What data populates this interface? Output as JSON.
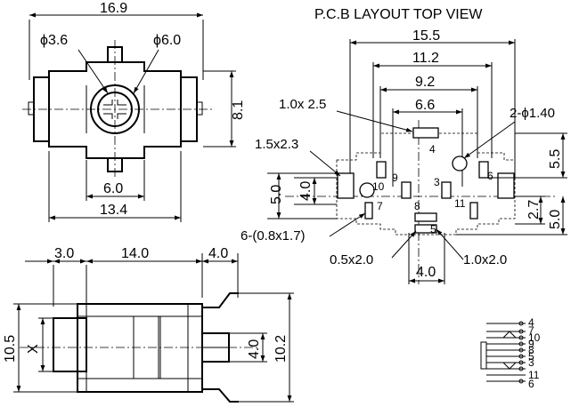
{
  "pcb": {
    "title": "P.C.B LAYOUT  TOP VIEW",
    "dims": {
      "d15_5": "15.5",
      "d11_2": "11.2",
      "d9_2": "9.2",
      "d6_6": "6.6",
      "d5_5": "5.5",
      "d2_7": "2.7",
      "d5_0r": "5.0",
      "d5_0l": "5.0",
      "d4_0l": "4.0",
      "d4_0b": "4.0"
    },
    "callouts": {
      "c1": "1.0x 2.5",
      "c2": "2-ϕ1.40",
      "c3": "1.5x2.3",
      "c4": "6-(0.8x1.7)",
      "c5": "0.5x2.0",
      "c6": "1.0x2.0"
    },
    "pins": [
      "4",
      "9",
      "10",
      "3",
      "6",
      "7",
      "8",
      "11",
      "5"
    ]
  },
  "top_view": {
    "dims": {
      "width": "16.9",
      "hole_small": "ϕ3.6",
      "hole_large": "ϕ6.0",
      "height": "8.1",
      "inner": "6.0",
      "outer": "13.4"
    }
  },
  "side_view": {
    "dims": {
      "a": "3.0",
      "b": "14.0",
      "c": "4.0",
      "left": "10.5",
      "x": "X",
      "mid": "4.0",
      "right": "10.2"
    }
  },
  "schematic": {
    "pins": [
      "4",
      "7",
      "10",
      "9",
      "8",
      "5",
      "3",
      "11",
      "6"
    ]
  }
}
